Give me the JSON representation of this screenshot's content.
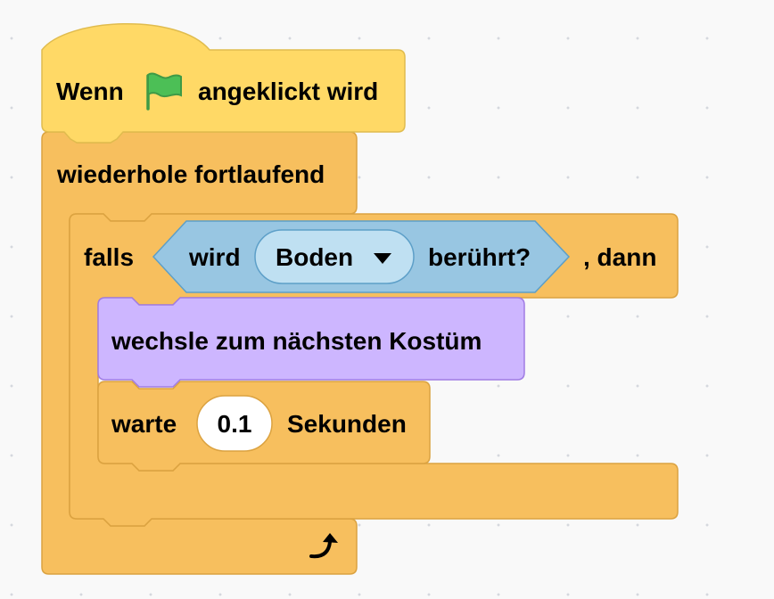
{
  "colors": {
    "events": "#FFD966",
    "events_border": "#E0BC4E",
    "control": "#F7BF5E",
    "control_border": "#DBA240",
    "sensing": "#98C6E2",
    "sensing_border": "#5D9FC8",
    "sensing_field": "#BFE0F2",
    "looks": "#CDB6FF",
    "looks_border": "#A07CE4",
    "flag": "#4CBF56",
    "flag_dark": "#3E9A46",
    "canvas": "#F9F9F9"
  },
  "script": {
    "hat_block": {
      "text_before": "Wenn",
      "icon": "green-flag-icon",
      "text_after": "angeklickt wird"
    },
    "forever_block": {
      "label": "wiederhole fortlaufend",
      "loop_icon": "loop-arrow-icon"
    },
    "if_block": {
      "label_if": "falls",
      "label_then": ", dann",
      "condition": {
        "text_before": "wird",
        "dropdown_value": "Boden",
        "dropdown_icon": "dropdown-arrow-icon",
        "text_after": "berührt?"
      }
    },
    "costume_block": {
      "label": "wechsle zum nächsten Kostüm"
    },
    "wait_block": {
      "label_before": "warte",
      "input_value": "0.1",
      "label_after": "Sekunden"
    }
  }
}
